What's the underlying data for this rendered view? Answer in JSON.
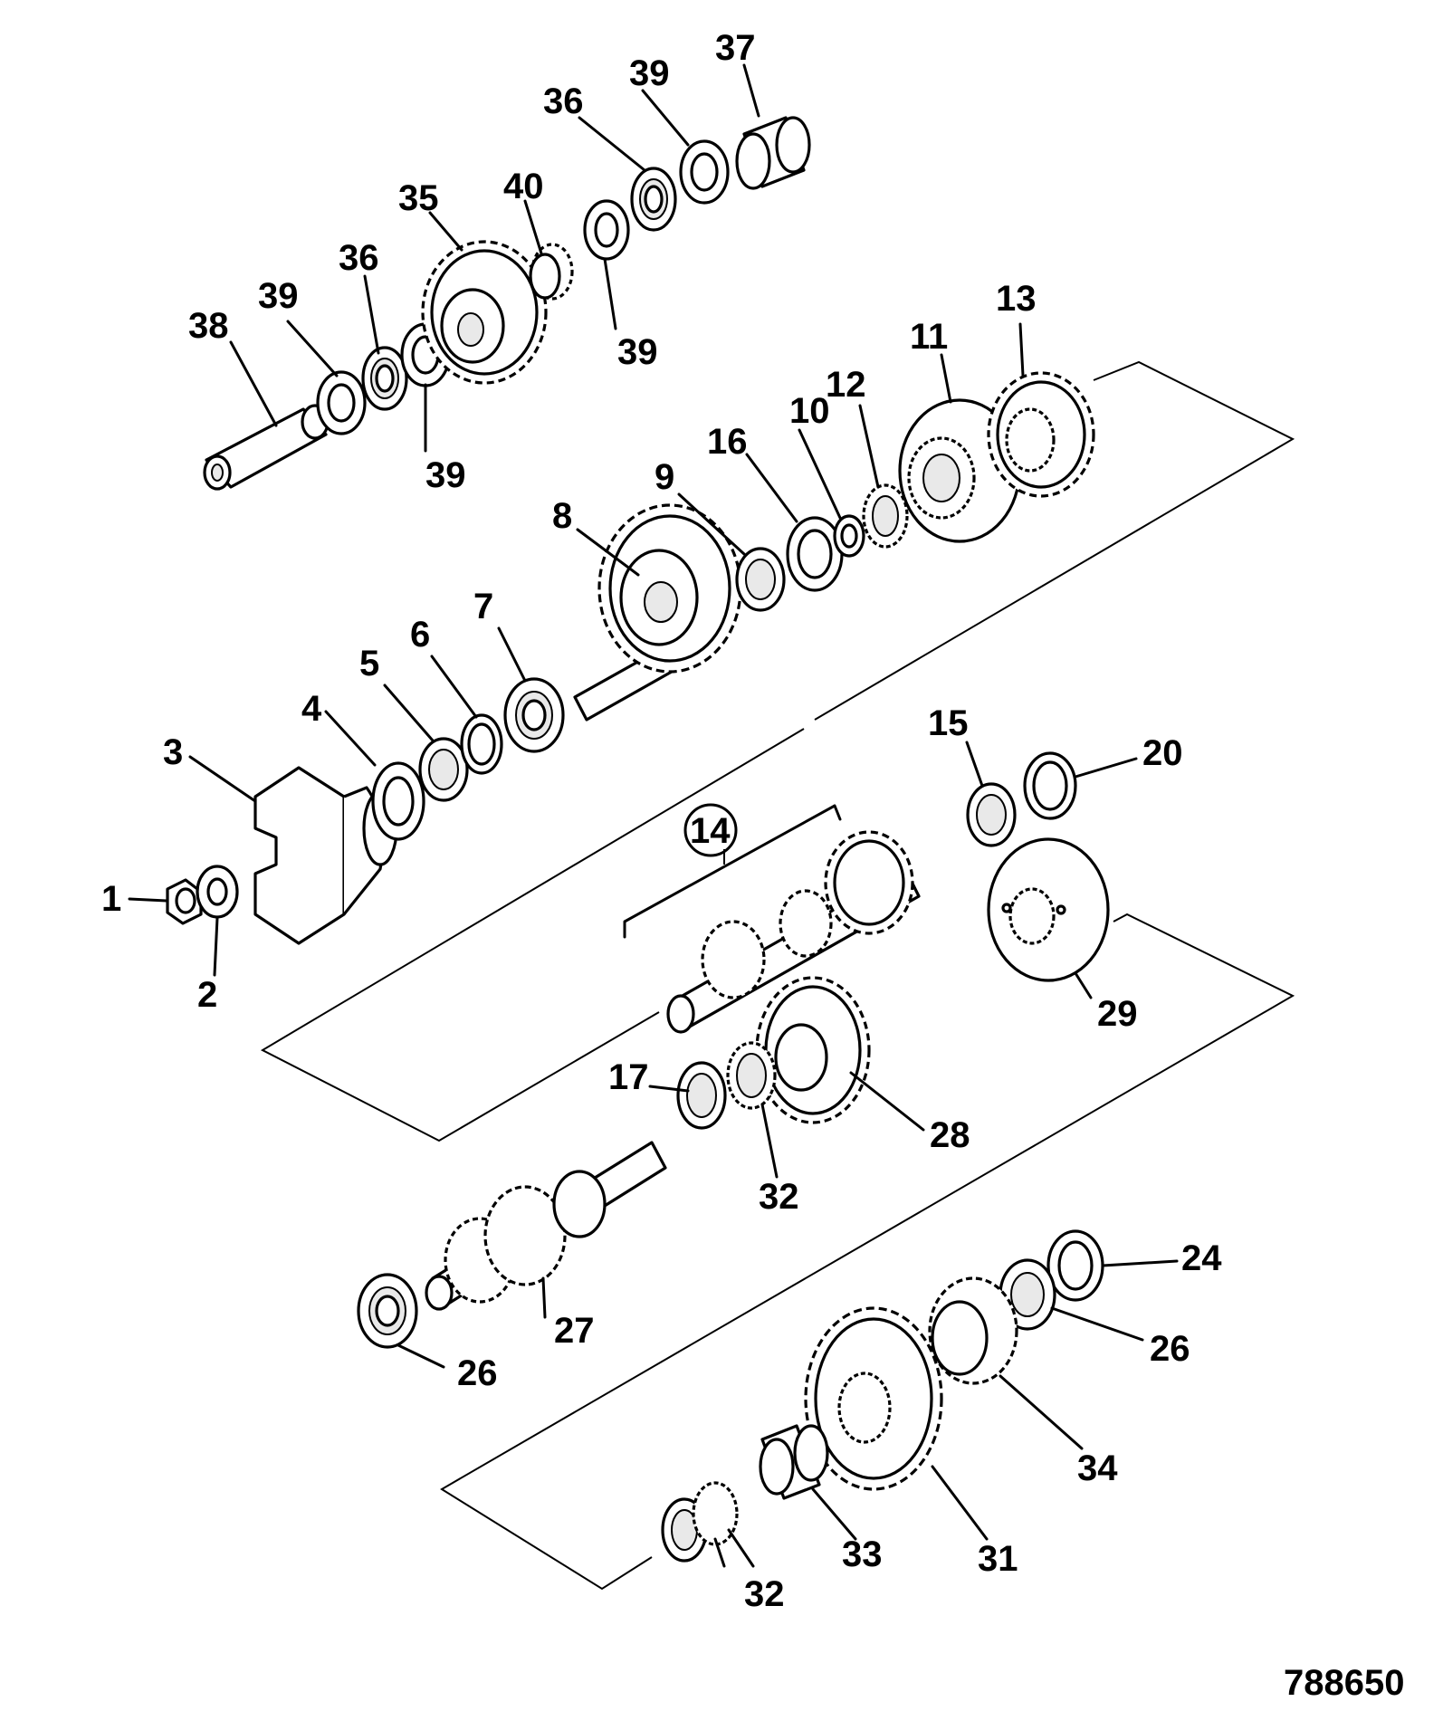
{
  "diagram": {
    "reference_number": "788650",
    "callouts": [
      {
        "id": "c1",
        "text": "1"
      },
      {
        "id": "c2",
        "text": "2"
      },
      {
        "id": "c3",
        "text": "3"
      },
      {
        "id": "c4",
        "text": "4"
      },
      {
        "id": "c5",
        "text": "5"
      },
      {
        "id": "c6",
        "text": "6"
      },
      {
        "id": "c7",
        "text": "7"
      },
      {
        "id": "c8",
        "text": "8"
      },
      {
        "id": "c9",
        "text": "9"
      },
      {
        "id": "c10",
        "text": "10"
      },
      {
        "id": "c11",
        "text": "11"
      },
      {
        "id": "c12",
        "text": "12"
      },
      {
        "id": "c13",
        "text": "13"
      },
      {
        "id": "c14",
        "text": "14"
      },
      {
        "id": "c15",
        "text": "15"
      },
      {
        "id": "c16",
        "text": "16"
      },
      {
        "id": "c17",
        "text": "17"
      },
      {
        "id": "c20",
        "text": "20"
      },
      {
        "id": "c24",
        "text": "24"
      },
      {
        "id": "c26a",
        "text": "26"
      },
      {
        "id": "c26b",
        "text": "26"
      },
      {
        "id": "c27",
        "text": "27"
      },
      {
        "id": "c28",
        "text": "28"
      },
      {
        "id": "c29",
        "text": "29"
      },
      {
        "id": "c31",
        "text": "31"
      },
      {
        "id": "c32a",
        "text": "32"
      },
      {
        "id": "c32b",
        "text": "32"
      },
      {
        "id": "c33",
        "text": "33"
      },
      {
        "id": "c34",
        "text": "34"
      },
      {
        "id": "c35",
        "text": "35"
      },
      {
        "id": "c36a",
        "text": "36"
      },
      {
        "id": "c36b",
        "text": "36"
      },
      {
        "id": "c37",
        "text": "37"
      },
      {
        "id": "c38",
        "text": "38"
      },
      {
        "id": "c39a",
        "text": "39"
      },
      {
        "id": "c39b",
        "text": "39"
      },
      {
        "id": "c39c",
        "text": "39"
      },
      {
        "id": "c39d",
        "text": "39"
      },
      {
        "id": "c40",
        "text": "40"
      }
    ]
  }
}
